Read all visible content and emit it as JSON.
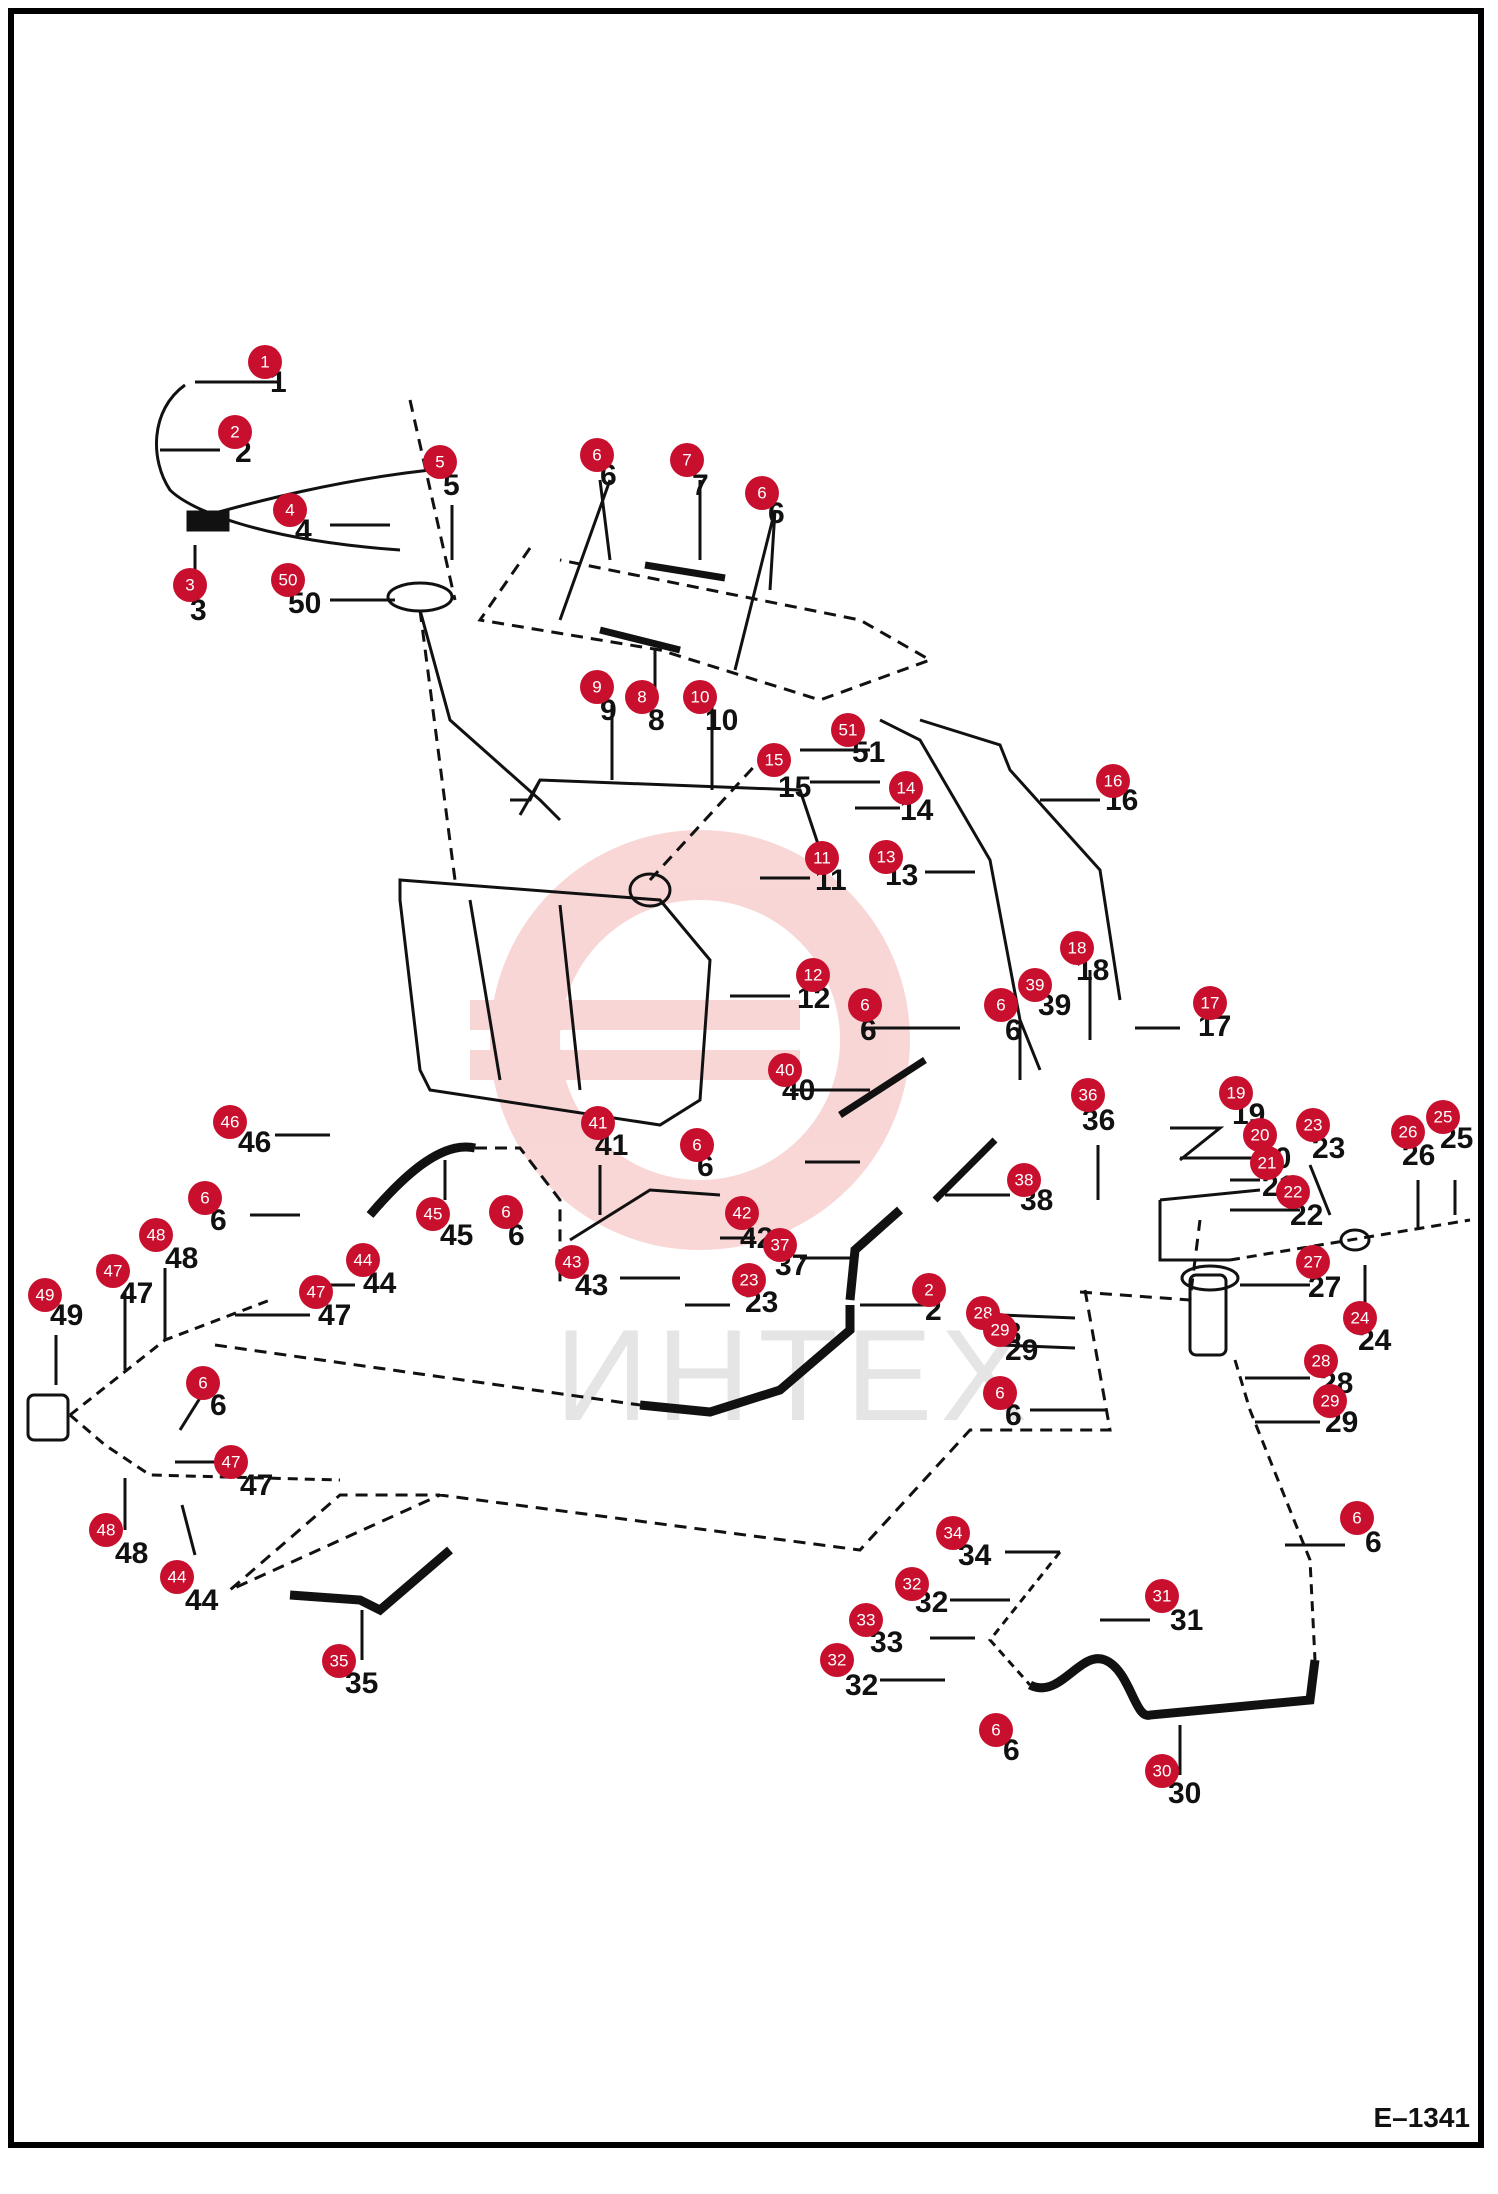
{
  "drawing_id": "E–1341",
  "watermark_text": "ИНТЕХ",
  "colors": {
    "callout": "#c8102e",
    "line": "#111111",
    "watermark": "#e0a0a0"
  },
  "callouts": [
    {
      "label": "1",
      "ref": "1"
    },
    {
      "label": "2",
      "ref": "2"
    },
    {
      "label": "3",
      "ref": "3"
    },
    {
      "label": "4",
      "ref": "4"
    },
    {
      "label": "5",
      "ref": "5"
    },
    {
      "label": "50",
      "ref": "50"
    },
    {
      "label": "6",
      "ref": "6"
    },
    {
      "label": "7",
      "ref": "7"
    },
    {
      "label": "6",
      "ref": "6"
    },
    {
      "label": "9",
      "ref": "9"
    },
    {
      "label": "8",
      "ref": "8"
    },
    {
      "label": "10",
      "ref": "10"
    },
    {
      "label": "51",
      "ref": "51"
    },
    {
      "label": "15",
      "ref": "15"
    },
    {
      "label": "14",
      "ref": "14"
    },
    {
      "label": "11",
      "ref": "11"
    },
    {
      "label": "13",
      "ref": "13"
    },
    {
      "label": "16",
      "ref": "16"
    },
    {
      "label": "12",
      "ref": "12"
    },
    {
      "label": "18",
      "ref": "18"
    },
    {
      "label": "6",
      "ref": "6"
    },
    {
      "label": "6",
      "ref": "6"
    },
    {
      "label": "39",
      "ref": "39"
    },
    {
      "label": "17",
      "ref": "17"
    },
    {
      "label": "40",
      "ref": "40"
    },
    {
      "label": "36",
      "ref": "36"
    },
    {
      "label": "19",
      "ref": "19"
    },
    {
      "label": "20",
      "ref": "20"
    },
    {
      "label": "23",
      "ref": "23"
    },
    {
      "label": "26",
      "ref": "26"
    },
    {
      "label": "25",
      "ref": "25"
    },
    {
      "label": "21",
      "ref": "21"
    },
    {
      "label": "22",
      "ref": "22"
    },
    {
      "label": "46",
      "ref": "46"
    },
    {
      "label": "41",
      "ref": "41"
    },
    {
      "label": "6",
      "ref": "6"
    },
    {
      "label": "38",
      "ref": "38"
    },
    {
      "label": "6",
      "ref": "6"
    },
    {
      "label": "45",
      "ref": "45"
    },
    {
      "label": "6",
      "ref": "6"
    },
    {
      "label": "42",
      "ref": "42"
    },
    {
      "label": "37",
      "ref": "37"
    },
    {
      "label": "27",
      "ref": "27"
    },
    {
      "label": "48",
      "ref": "48"
    },
    {
      "label": "47",
      "ref": "47"
    },
    {
      "label": "44",
      "ref": "44"
    },
    {
      "label": "47",
      "ref": "47"
    },
    {
      "label": "49",
      "ref": "49"
    },
    {
      "label": "43",
      "ref": "43"
    },
    {
      "label": "23",
      "ref": "23"
    },
    {
      "label": "2",
      "ref": "2"
    },
    {
      "label": "28",
      "ref": "28"
    },
    {
      "label": "29",
      "ref": "29"
    },
    {
      "label": "24",
      "ref": "24"
    },
    {
      "label": "6",
      "ref": "6"
    },
    {
      "label": "28",
      "ref": "28"
    },
    {
      "label": "6",
      "ref": "6"
    },
    {
      "label": "29",
      "ref": "29"
    },
    {
      "label": "47",
      "ref": "47"
    },
    {
      "label": "48",
      "ref": "48"
    },
    {
      "label": "44",
      "ref": "44"
    },
    {
      "label": "6",
      "ref": "6"
    },
    {
      "label": "34",
      "ref": "34"
    },
    {
      "label": "32",
      "ref": "32"
    },
    {
      "label": "31",
      "ref": "31"
    },
    {
      "label": "33",
      "ref": "33"
    },
    {
      "label": "32",
      "ref": "32"
    },
    {
      "label": "35",
      "ref": "35"
    },
    {
      "label": "6",
      "ref": "6"
    },
    {
      "label": "30",
      "ref": "30"
    }
  ],
  "part_numbers": [
    "1",
    "2",
    "3",
    "4",
    "5",
    "50",
    "6",
    "7",
    "6",
    "9",
    "8",
    "10",
    "51",
    "15",
    "14",
    "11",
    "13",
    "16",
    "12",
    "18",
    "6",
    "6",
    "39",
    "17",
    "40",
    "36",
    "19",
    "20",
    "23",
    "26",
    "25",
    "21",
    "22",
    "46",
    "41",
    "6",
    "38",
    "6",
    "45",
    "6",
    "42",
    "37",
    "27",
    "48",
    "47",
    "44",
    "47",
    "49",
    "43",
    "23",
    "2",
    "28",
    "29",
    "24",
    "6",
    "28",
    "6",
    "29",
    "47",
    "48",
    "44",
    "6",
    "34",
    "32",
    "31",
    "33",
    "32",
    "35",
    "6",
    "30"
  ]
}
